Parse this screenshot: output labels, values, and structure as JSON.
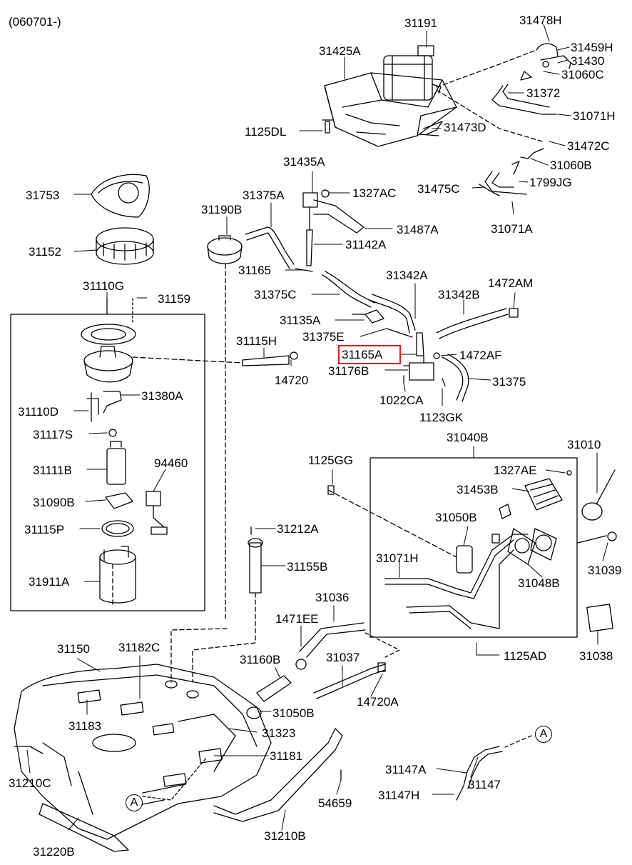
{
  "diagram": {
    "date_code": "(060701-)",
    "highlight_color": "#e01b1b",
    "highlighted_part": "31165A",
    "callout_letter": "A",
    "labels": {
      "l31191": "31191",
      "l31478H": "31478H",
      "l31459H": "31459H",
      "l31430": "31430",
      "l31060C": "31060C",
      "l31425A": "31425A",
      "l31372": "31372",
      "l31071H_top": "31071H",
      "l1125DL": "1125DL",
      "l31473D": "31473D",
      "l31472C": "31472C",
      "l31435A": "31435A",
      "l31060B": "31060B",
      "l1327AC": "1327AC",
      "l31475C": "31475C",
      "l1799JG": "1799JG",
      "l31753": "31753",
      "l31375A": "31375A",
      "l31190B": "31190B",
      "l31487A": "31487A",
      "l31071A": "31071A",
      "l31152": "31152",
      "l31142A": "31142A",
      "l31165": "31165",
      "l31342A": "31342A",
      "l1472AM": "1472AM",
      "l31110G": "31110G",
      "l31159": "31159",
      "l31375C": "31375C",
      "l31342B": "31342B",
      "l31135A": "31135A",
      "l31115H": "31115H",
      "l31375E": "31375E",
      "l31165A": "31165A",
      "l1472AF": "1472AF",
      "l31176B": "31176B",
      "l14720": "14720",
      "l31375": "31375",
      "l31380A": "31380A",
      "l1022CA": "1022CA",
      "l31110D": "31110D",
      "l1123GK": "1123GK",
      "l31117S": "31117S",
      "l31040B": "31040B",
      "l31010": "31010",
      "l1125GG": "1125GG",
      "l31111B": "31111B",
      "l94460": "94460",
      "l1327AE": "1327AE",
      "l31453B": "31453B",
      "l31090B": "31090B",
      "l31050B_mid": "31050B",
      "l31115P": "31115P",
      "l31212A": "31212A",
      "l31071H_mid": "31071H",
      "l31039": "31039",
      "l31155B": "31155B",
      "l31048B": "31048B",
      "l31911A": "31911A",
      "l31036": "31036",
      "l1471EE": "1471EE",
      "l31150": "31150",
      "l31182C": "31182C",
      "l31160B": "31160B",
      "l31037": "31037",
      "l1125AD": "1125AD",
      "l31038": "31038",
      "l14720A": "14720A",
      "l31050B_low": "31050B",
      "l31183": "31183",
      "l31323": "31323",
      "l31181": "31181",
      "l31210C": "31210C",
      "l31147A": "31147A",
      "l31147": "31147",
      "l54659": "54659",
      "l31147H": "31147H",
      "l31220B": "31220B",
      "l31210B": "31210B"
    }
  }
}
